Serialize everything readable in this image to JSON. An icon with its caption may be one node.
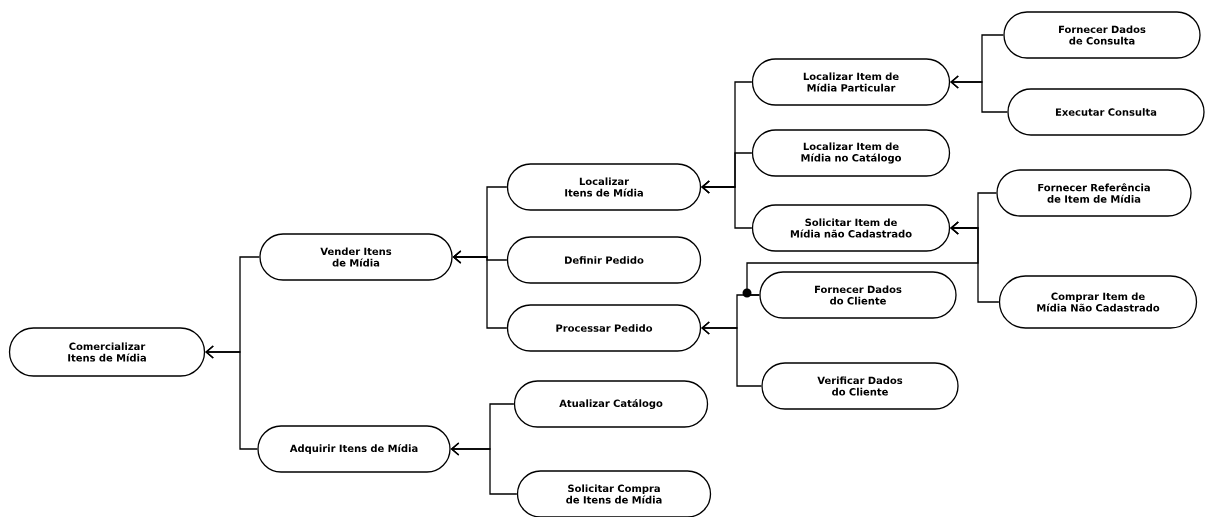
{
  "diagram": {
    "nodes": [
      {
        "text": [
          "Comercializar Itens de Mídia"
        ]
      },
      {
        "text": [
          "Vender Itens de Mídia"
        ]
      },
      {
        "text": [
          "Adquirir Itens de Mídia"
        ]
      },
      {
        "text": [
          "Localizar Itens de Mídia"
        ]
      },
      {
        "text": [
          "Definir Pedido"
        ]
      },
      {
        "text": [
          "Processar Pedido"
        ]
      },
      {
        "text": [
          "Atualizar Catálogo"
        ]
      },
      {
        "text": [
          "Solicitar Compra de Itens de Mídia"
        ]
      },
      {
        "text": [
          "Localizar Item de Mídia Particular"
        ]
      },
      {
        "text": [
          "Localizar Item de Mídia no Catálogo"
        ]
      },
      {
        "text": [
          "Solicitar Item de Mídia não Cadastrado"
        ]
      },
      {
        "text": [
          "Fornecer Dados de Consulta"
        ]
      },
      {
        "text": [
          "Executar Consulta"
        ]
      },
      {
        "text": [
          "Fornecer Referência de Item de Mídia"
        ]
      },
      {
        "text": [
          "Comprar Item de Mídia Não Cadastrado"
        ]
      },
      {
        "text": [
          "Fornecer Dados do Cliente"
        ]
      },
      {
        "text": [
          "Verificar Dados do Cliente"
        ]
      }
    ],
    "edges": [
      {
        "from": 1,
        "to": 0,
        "arrow": "to"
      },
      {
        "from": 2,
        "to": 0,
        "arrow": "to"
      },
      {
        "from": 3,
        "to": 1,
        "arrow": "to"
      },
      {
        "from": 4,
        "to": 1,
        "arrow": "to"
      },
      {
        "from": 5,
        "to": 1,
        "arrow": "to"
      },
      {
        "from": 6,
        "to": 2,
        "arrow": "to"
      },
      {
        "from": 7,
        "to": 2,
        "arrow": "to"
      },
      {
        "from": 8,
        "to": 3,
        "arrow": "to"
      },
      {
        "from": 9,
        "to": 3,
        "arrow": "to"
      },
      {
        "from": 10,
        "to": 3,
        "arrow": "to"
      },
      {
        "from": 11,
        "to": 8,
        "arrow": "to"
      },
      {
        "from": 12,
        "to": 8,
        "arrow": "to"
      },
      {
        "from": 13,
        "to": 10,
        "arrow": "to"
      },
      {
        "from": 14,
        "to": 10,
        "arrow": "to"
      },
      {
        "from": 15,
        "to": 10,
        "arrow": "to"
      },
      {
        "from": 15,
        "to": 5,
        "arrow": "to"
      },
      {
        "from": 16,
        "to": 5,
        "arrow": "to"
      }
    ]
  }
}
